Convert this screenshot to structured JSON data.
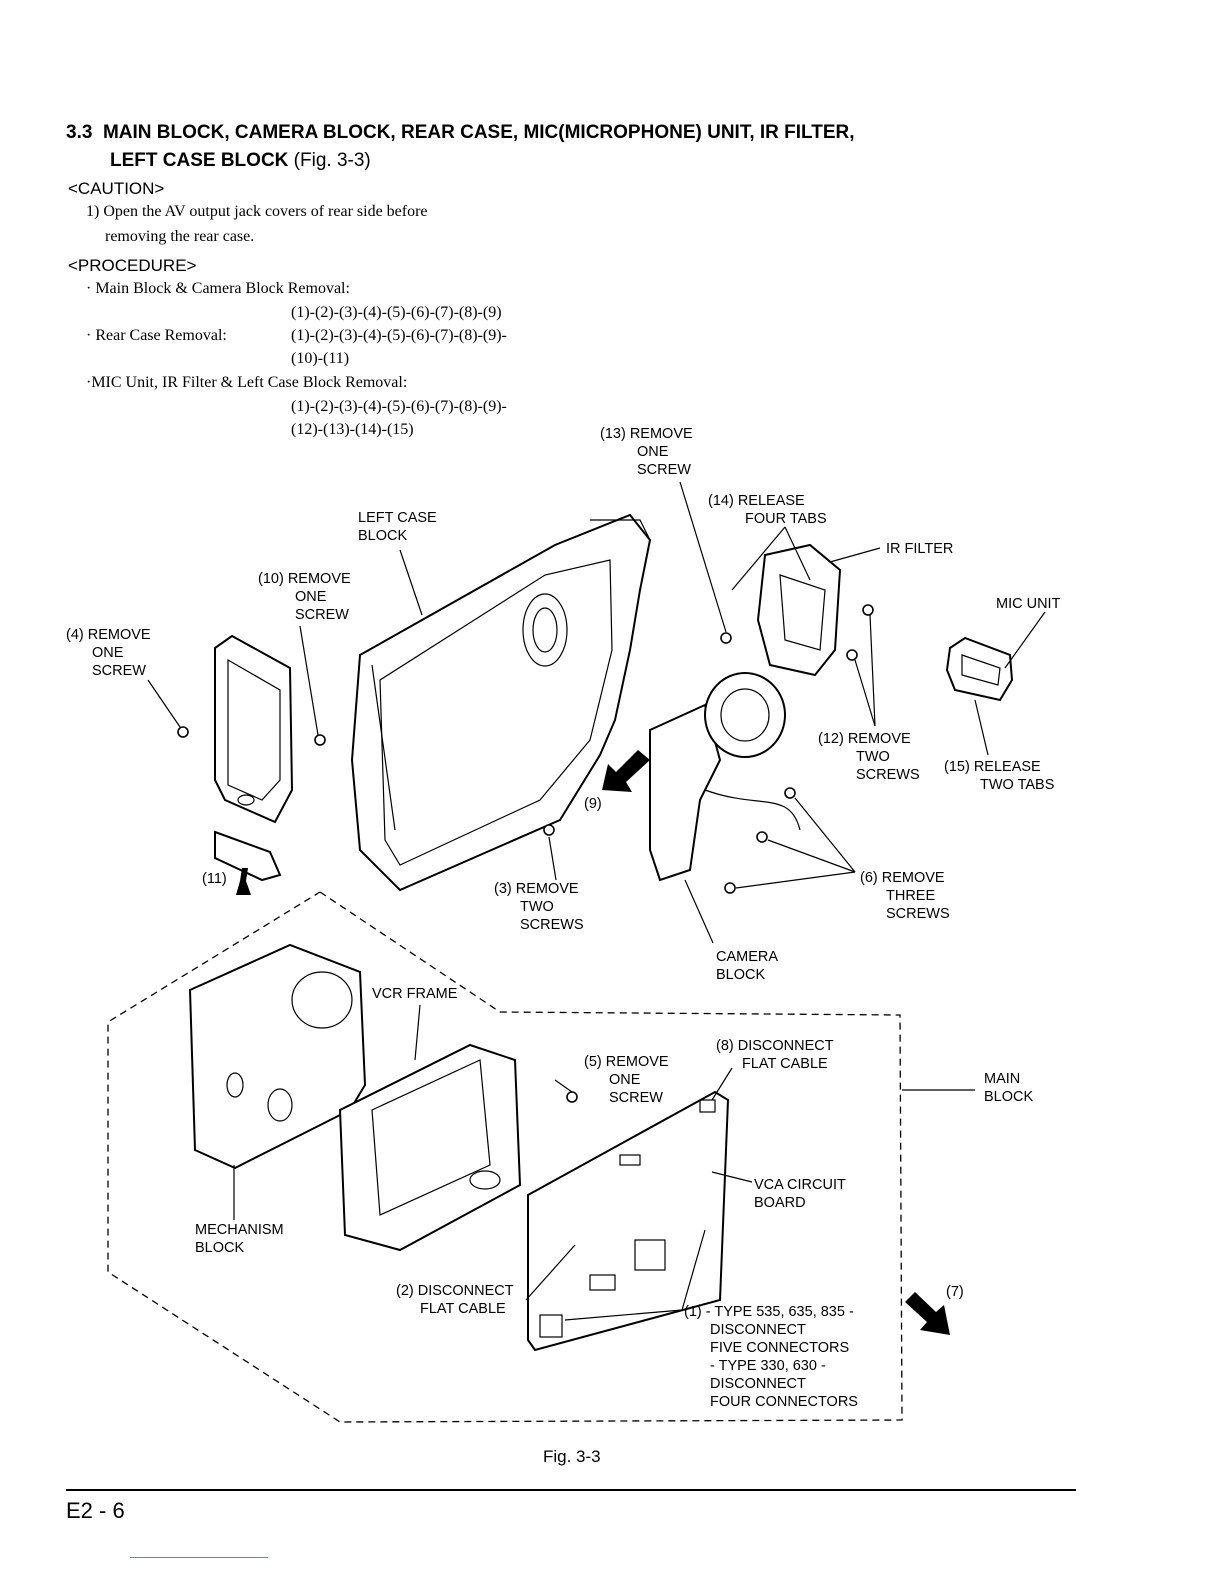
{
  "section": {
    "number": "3.3",
    "title_line1": "MAIN BLOCK, CAMERA BLOCK, REAR CASE, MIC(MICROPHONE) UNIT, IR FILTER,",
    "title_line2_bold": "LEFT CASE BLOCK",
    "title_line2_ref": "(Fig. 3-3)"
  },
  "caution": {
    "heading": "<CAUTION>",
    "item_line1": "1) Open the AV output jack covers of rear side before",
    "item_line2": "removing the rear case."
  },
  "procedure": {
    "heading": "<PROCEDURE>",
    "items": [
      {
        "label": "· Main Block & Camera Block Removal:",
        "seq1": "(1)-(2)-(3)-(4)-(5)-(6)-(7)-(8)-(9)",
        "seq2": ""
      },
      {
        "label": "· Rear Case Removal:",
        "seq1": "(1)-(2)-(3)-(4)-(5)-(6)-(7)-(8)-(9)-",
        "seq2": "(10)-(11)"
      },
      {
        "label": "·MIC Unit, IR Filter & Left Case Block Removal:",
        "seq1": "(1)-(2)-(3)-(4)-(5)-(6)-(7)-(8)-(9)-",
        "seq2": "(12)-(13)-(14)-(15)"
      }
    ]
  },
  "labels": {
    "step13": [
      "(13) REMOVE",
      "ONE",
      "SCREW"
    ],
    "step14": [
      "(14) RELEASE",
      "FOUR TABS"
    ],
    "ir_filter": "IR FILTER",
    "left_case": [
      "LEFT CASE",
      "BLOCK"
    ],
    "step10": [
      "(10) REMOVE",
      "ONE",
      "SCREW"
    ],
    "mic_unit": "MIC UNIT",
    "step4": [
      "(4) REMOVE",
      "ONE",
      "SCREW"
    ],
    "step12": [
      "(12) REMOVE",
      "TWO",
      "SCREWS"
    ],
    "step15": [
      "(15) RELEASE",
      "TWO TABS"
    ],
    "step9": "(9)",
    "step11": "(11)",
    "step3": [
      "(3) REMOVE",
      "TWO",
      "SCREWS"
    ],
    "step6": [
      "(6) REMOVE",
      "THREE",
      "SCREWS"
    ],
    "camera_block": [
      "CAMERA",
      "BLOCK"
    ],
    "vcr_frame": "VCR FRAME",
    "step8": [
      "(8) DISCONNECT",
      "FLAT CABLE"
    ],
    "step5": [
      "(5) REMOVE",
      "ONE",
      "SCREW"
    ],
    "main_block": [
      "MAIN",
      "BLOCK"
    ],
    "vca_board": [
      "VCA CIRCUIT",
      "BOARD"
    ],
    "mechanism_block": [
      "MECHANISM",
      "BLOCK"
    ],
    "step2": [
      "(2) DISCONNECT",
      "FLAT CABLE"
    ],
    "step7": "(7)",
    "step1": [
      "(1) - TYPE 535, 635, 835 -",
      "DISCONNECT",
      "FIVE CONNECTORS",
      "- TYPE 330, 630 -",
      "DISCONNECT",
      "FOUR CONNECTORS"
    ]
  },
  "figure_caption": "Fig. 3-3",
  "page_number": "E2 - 6"
}
